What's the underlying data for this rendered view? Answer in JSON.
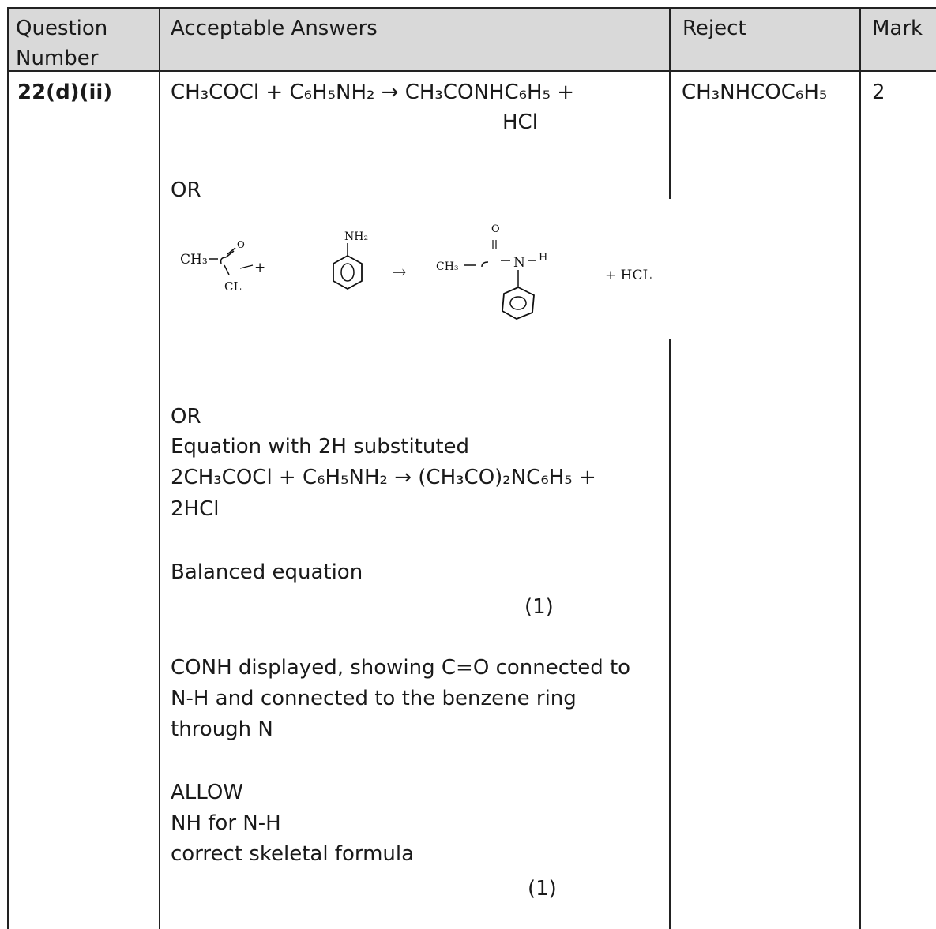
{
  "headers": {
    "question": [
      "Question",
      "Number"
    ],
    "answers": "Acceptable Answers",
    "reject": "Reject",
    "mark": "Mark"
  },
  "row": {
    "question_number": "22(d)(ii)",
    "reject": "CH₃NHCOC₆H₅",
    "mark": "2"
  },
  "answers": {
    "eq1_line1": "CH₃COCl + C₆H₅NH₂  → CH₃CONHC₆H₅ +",
    "eq1_line2": "HCl",
    "or1": "OR",
    "sketch": {
      "ch3": "CH₃",
      "o": "O",
      "cl": "CL",
      "plus": "+",
      "nh2": "NH₂",
      "arrow": "→",
      "ch3b": "CH₃",
      "o2": "O",
      "n": "N",
      "h": "H",
      "hcl": "+ HCL"
    },
    "or2": "OR",
    "eq2_intro": "Equation with 2H substituted",
    "eq2_line1": "2CH₃COCl + C₆H₅NH₂  → (CH₃CO)₂NC₆H₅ +",
    "eq2_line2": "2HCl",
    "balanced": "Balanced equation",
    "mark1": "(1)",
    "conh": [
      "CONH displayed, showing C=O connected to",
      "N-H and connected to the benzene ring",
      "through N"
    ],
    "allow": "ALLOW",
    "nh": "NH for N-H",
    "skeletal": "correct skeletal formula",
    "mark2": "(1)"
  }
}
